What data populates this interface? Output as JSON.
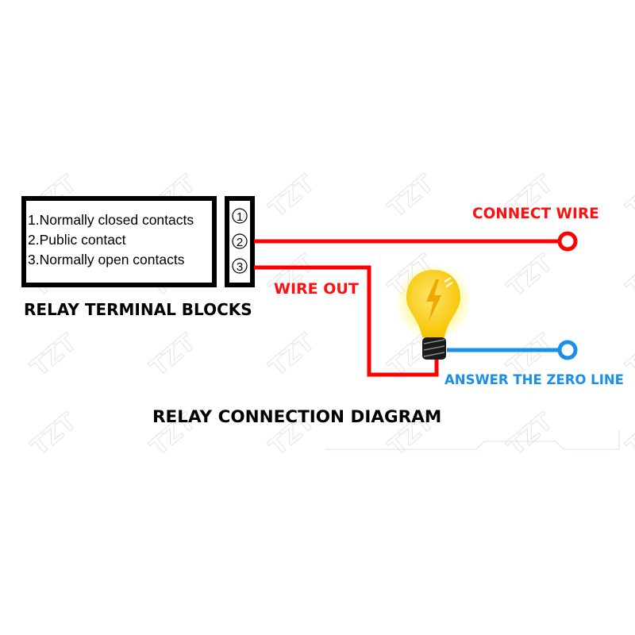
{
  "watermark": "TZT",
  "legend": {
    "items": [
      "1.Normally closed contacts",
      "2.Public contact",
      "3.Normally open contacts"
    ]
  },
  "terminals": [
    "1",
    "2",
    "3"
  ],
  "labels": {
    "terminal_blocks": "RELAY TERMINAL BLOCKS",
    "connect_wire": "CONNECT WIRE",
    "wire_out": "WIRE OUT",
    "zero_line": "ANSWER THE ZERO LINE",
    "title": "RELAY CONNECTION DIAGRAM"
  },
  "colors": {
    "live_wire": "#ff0000",
    "neutral_wire": "#1a8fe8",
    "bulb": "#ffd21a"
  }
}
